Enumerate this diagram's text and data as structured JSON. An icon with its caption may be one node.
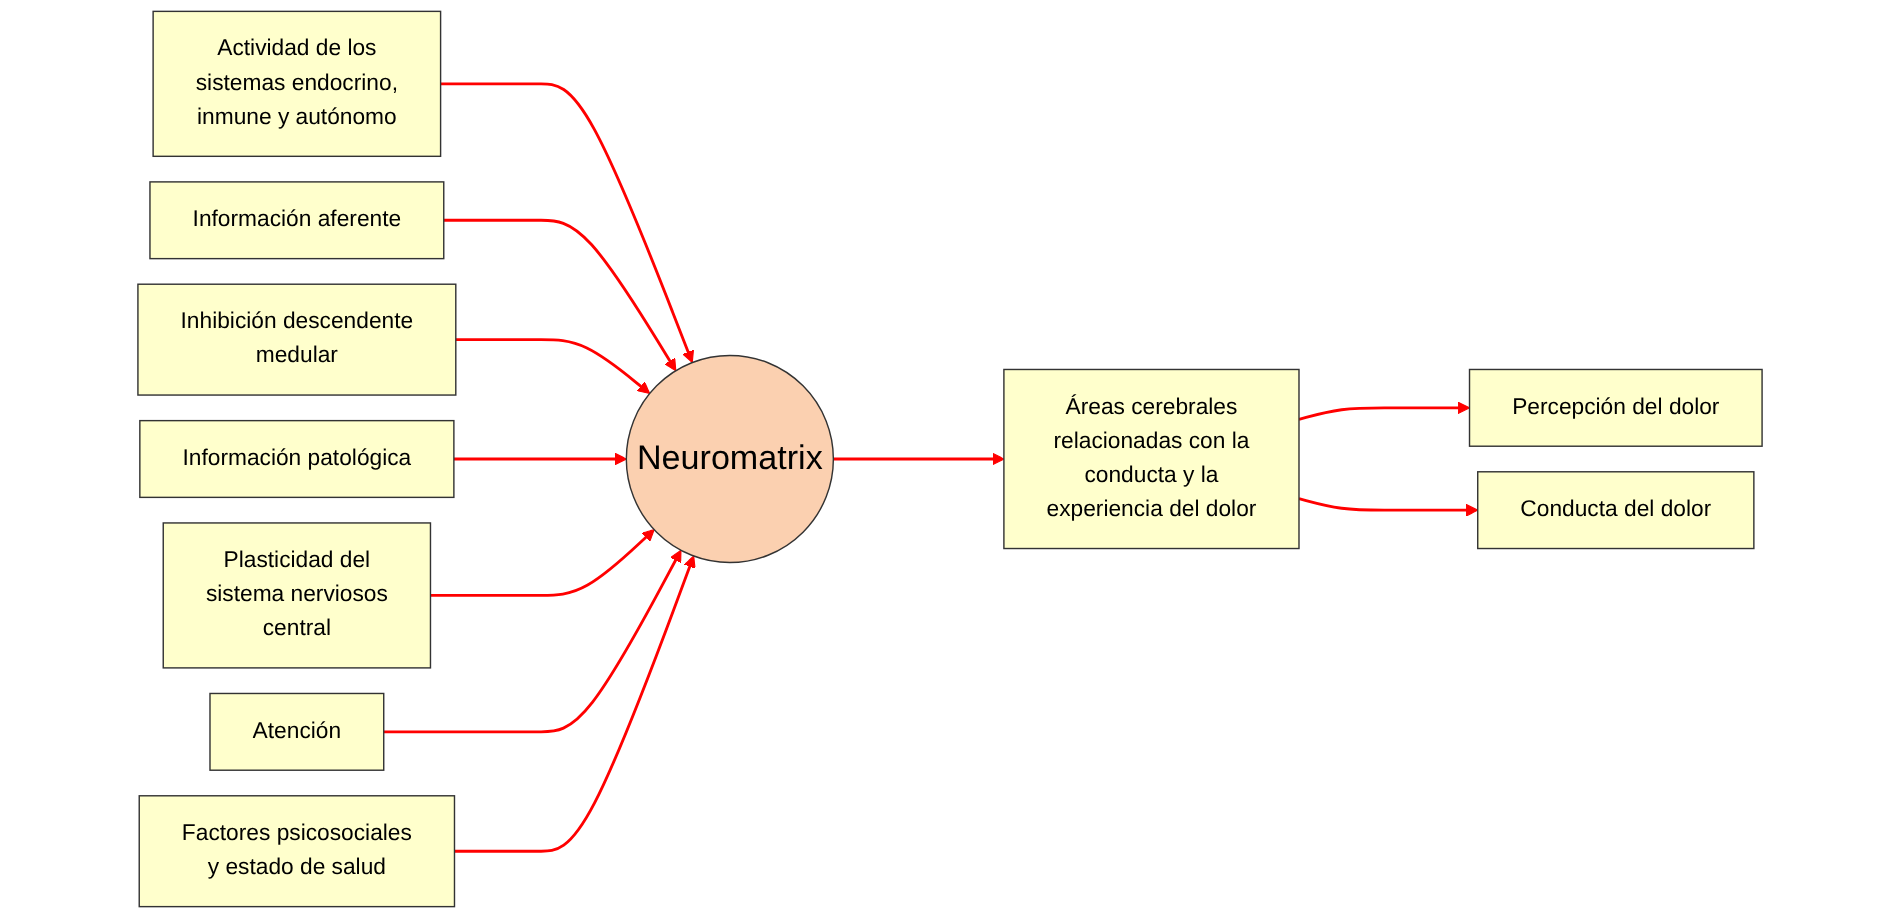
{
  "diagram": {
    "nodes": [
      {
        "text": [
          "Actividad de los sistemas endocrino, inmune y autónomo"
        ]
      },
      {
        "text": [
          "Información aferente"
        ]
      },
      {
        "text": [
          "Inhibición descendente medular"
        ]
      },
      {
        "text": [
          "Información patológica"
        ]
      },
      {
        "text": [
          "Neuromatrix"
        ]
      },
      {
        "text": [
          "Áreas cerebrales relacionadas con la conducta y la experiencia del dolor"
        ]
      },
      {
        "text": [
          "Percepción del dolor"
        ]
      },
      {
        "text": [
          "Conducta del dolor"
        ]
      },
      {
        "text": [
          "Plasticidad del sistema nerviosos central"
        ]
      },
      {
        "text": [
          "Atención"
        ]
      },
      {
        "text": [
          "Factores psicosociales y estado de salud"
        ]
      }
    ],
    "edges": [
      {
        "from": 0,
        "to": 4,
        "arrow": "to"
      },
      {
        "from": 1,
        "to": 4,
        "arrow": "to"
      },
      {
        "from": 2,
        "to": 4,
        "arrow": "to"
      },
      {
        "from": 3,
        "to": 4,
        "arrow": "to"
      },
      {
        "from": 8,
        "to": 4,
        "arrow": "to"
      },
      {
        "from": 9,
        "to": 4,
        "arrow": "to"
      },
      {
        "from": 10,
        "to": 4,
        "arrow": "to"
      },
      {
        "from": 4,
        "to": 5,
        "arrow": "to"
      },
      {
        "from": 5,
        "to": 6,
        "arrow": "to"
      },
      {
        "from": 5,
        "to": 7,
        "arrow": "to"
      }
    ]
  }
}
